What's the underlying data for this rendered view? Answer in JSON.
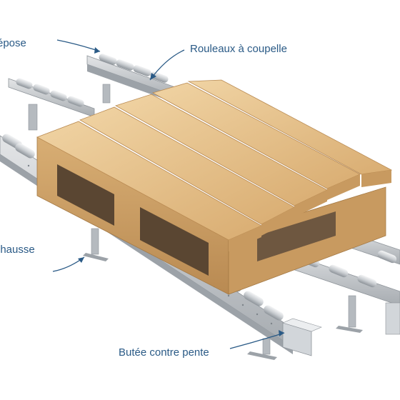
{
  "labels": {
    "depose": "épose",
    "rouleaux": "Rouleaux à coupelle",
    "rehausse": "ehausse",
    "butee": "Butée contre pente"
  },
  "colors": {
    "label_text": "#2a5a86",
    "pointer_line": "#2a5a86",
    "wood_light": "#e9c690",
    "wood_mid": "#d8ae74",
    "wood_dark": "#b98a52",
    "steel_light": "#e6e8ea",
    "steel_mid": "#c3c7cb",
    "steel_dark": "#8e949a"
  },
  "icons": {
    "pallet": "wooden-pallet",
    "conveyor": "roller-conveyor-rail"
  }
}
